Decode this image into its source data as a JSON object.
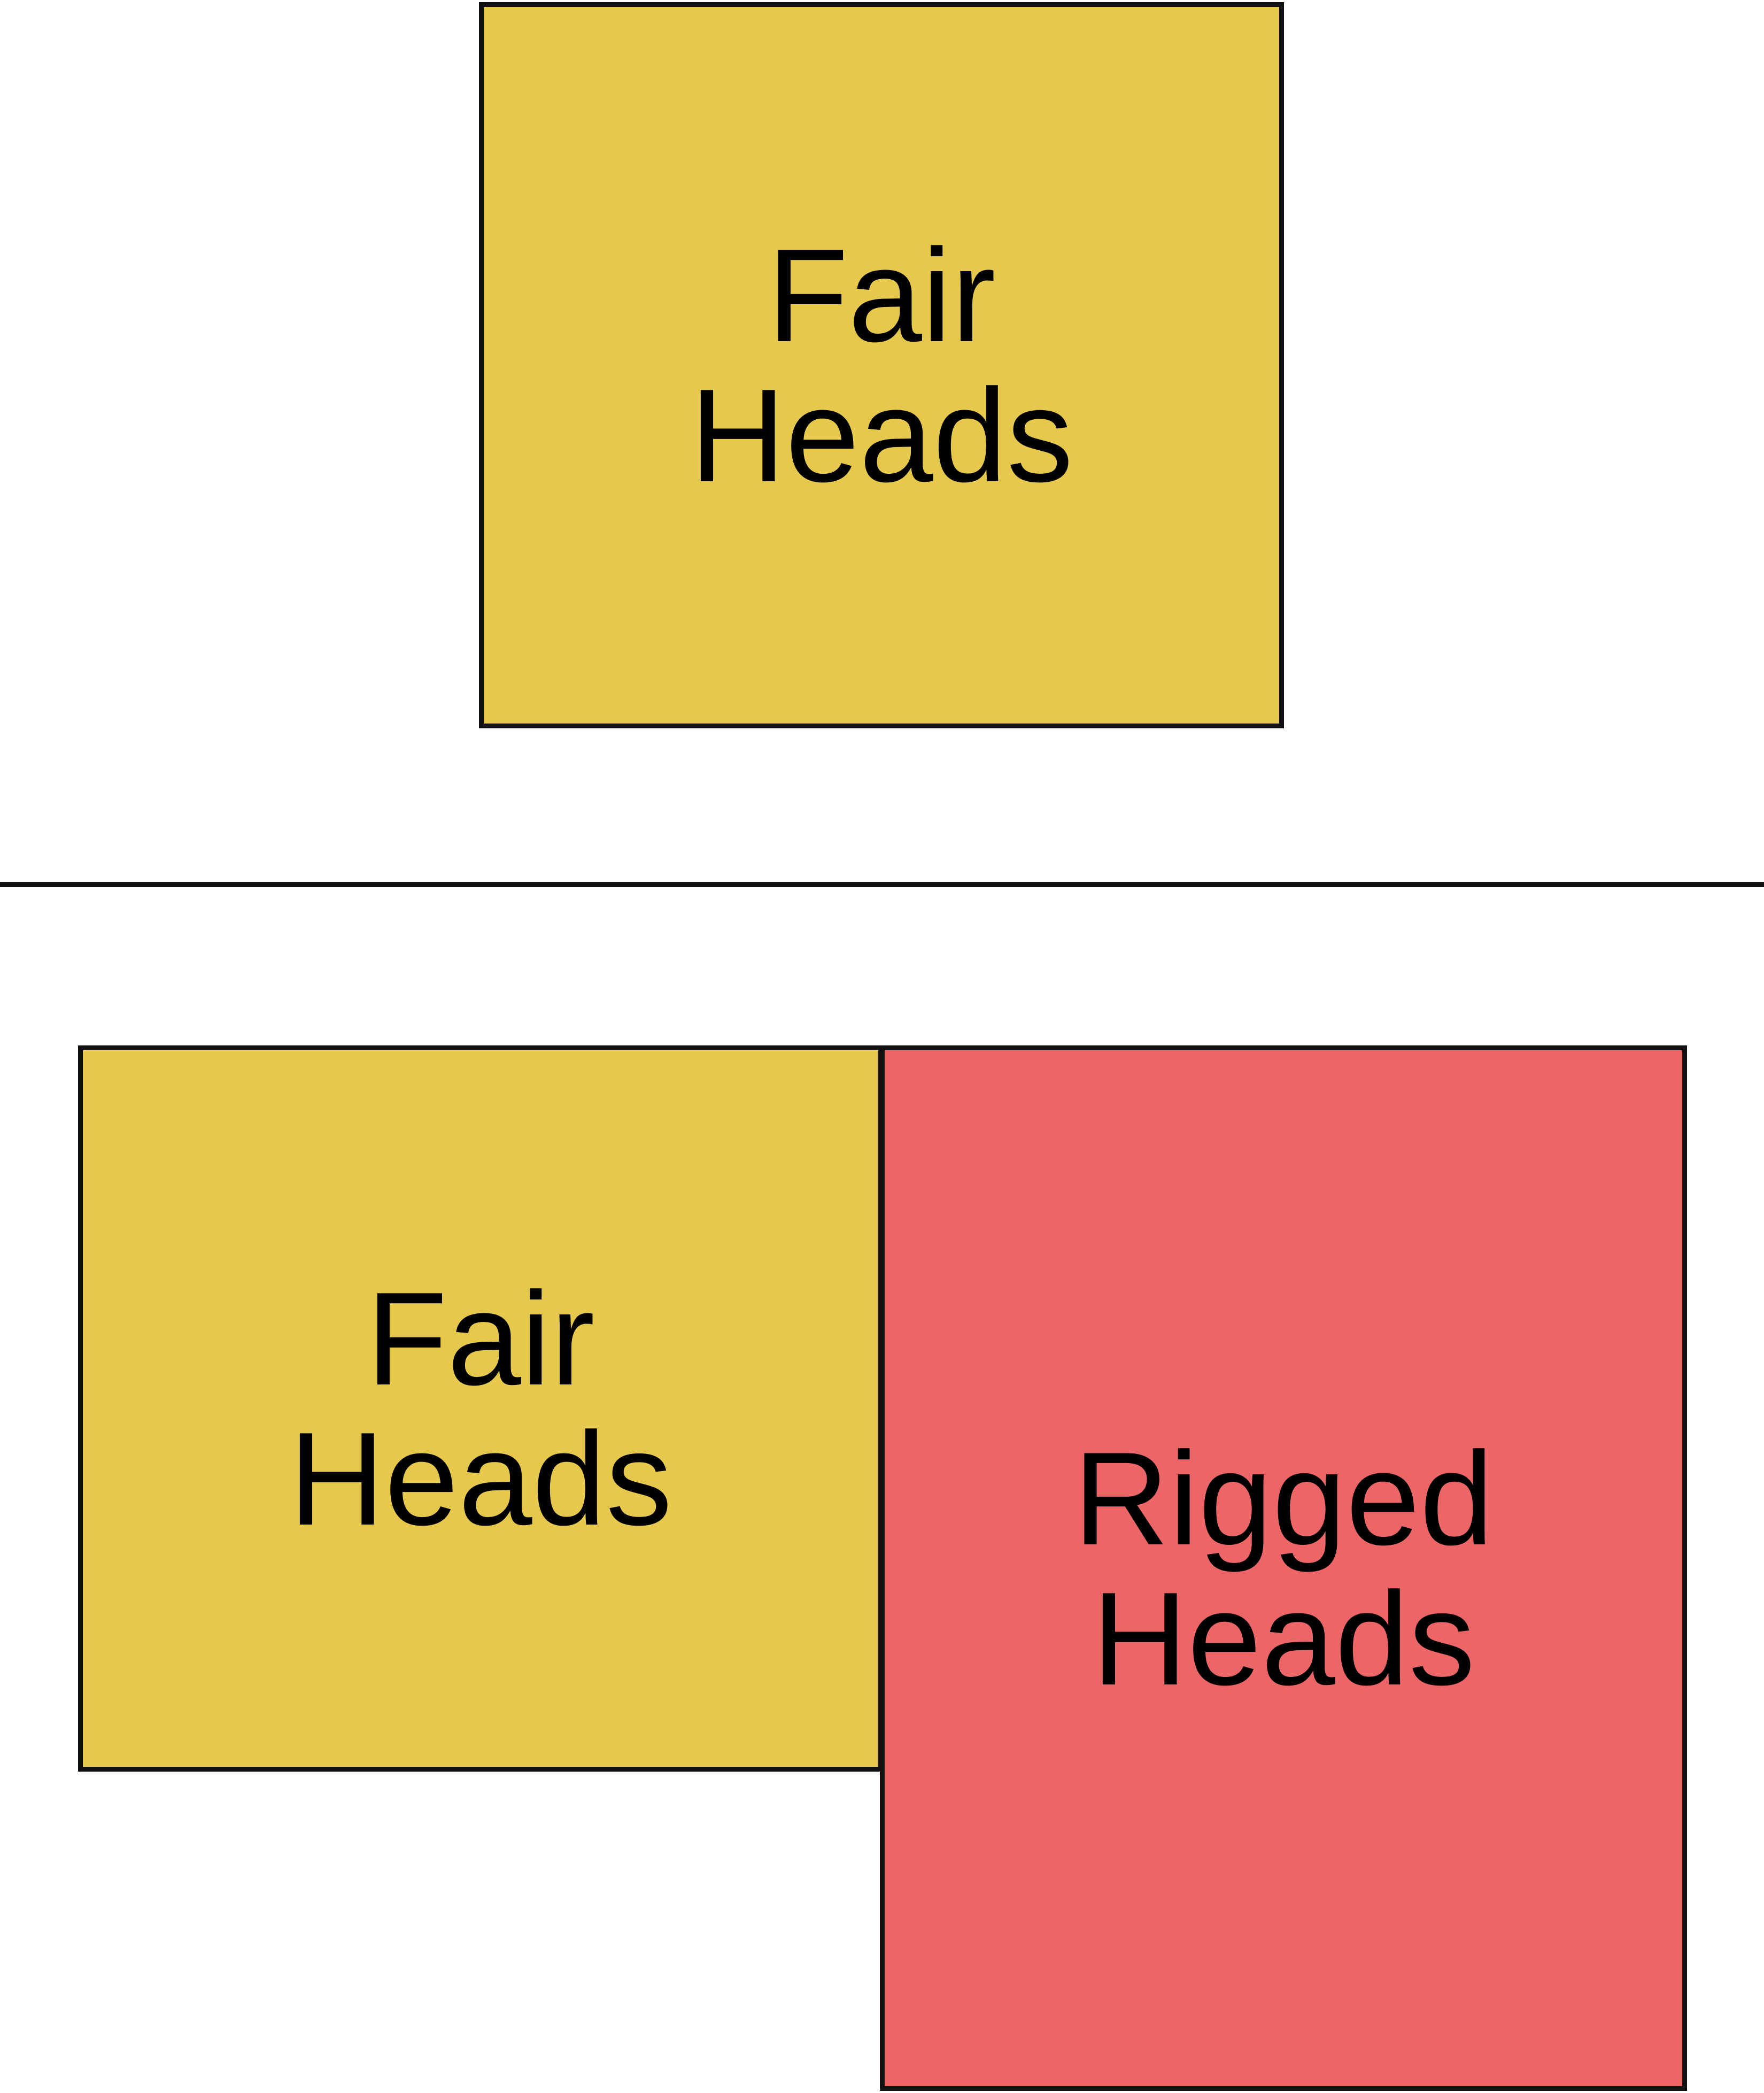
{
  "colors": {
    "fair": "#e6c94c",
    "rigged": "#ec6567",
    "outline": "#111111",
    "background": "#ffffff"
  },
  "top": {
    "fair_box": {
      "line1": "Fair",
      "line2": "Heads"
    }
  },
  "bottom": {
    "fair_box": {
      "line1": "Fair",
      "line2": "Heads"
    },
    "rigged_box": {
      "line1": "Rigged",
      "line2": "Heads"
    }
  }
}
